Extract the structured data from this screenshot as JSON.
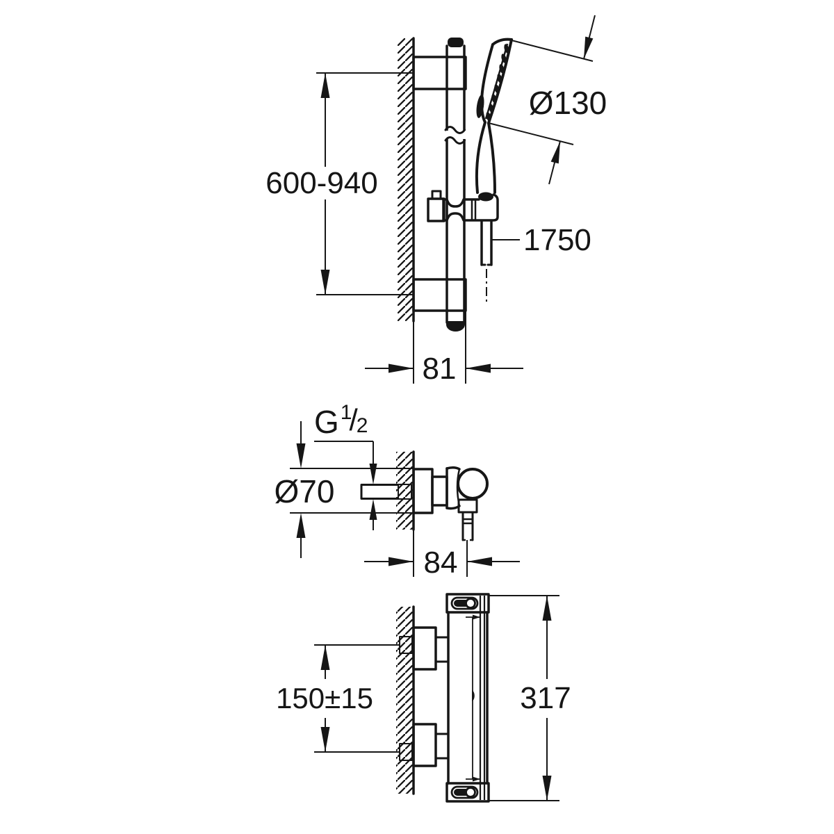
{
  "page": {
    "background": "#ffffff"
  },
  "drawing": {
    "kind": "technical-dimension-drawing",
    "subject": "shower set: slide bar with hand shower, shower hose and thermostatic mixer",
    "line_color": "#161616",
    "views": {
      "slide_bar": {
        "title": "slide bar with hand shower, side view",
        "dims": {
          "bar_height": "600-940",
          "hand_shower_diameter": "Ø130",
          "hose_length": "1750",
          "wall_clearance": "81"
        }
      },
      "mixer_side": {
        "title": "mixer valve, side view",
        "dims": {
          "thread": {
            "base": "G",
            "numerator": "1",
            "fraction_slash": "/",
            "denominator": "2",
            "full": "G1/2"
          },
          "flange_diameter": "Ø70",
          "depth": "84"
        }
      },
      "thermostat": {
        "title": "thermostat body, side view",
        "dims": {
          "inlet_spacing": "150±15",
          "overall_height": "317"
        }
      }
    }
  }
}
